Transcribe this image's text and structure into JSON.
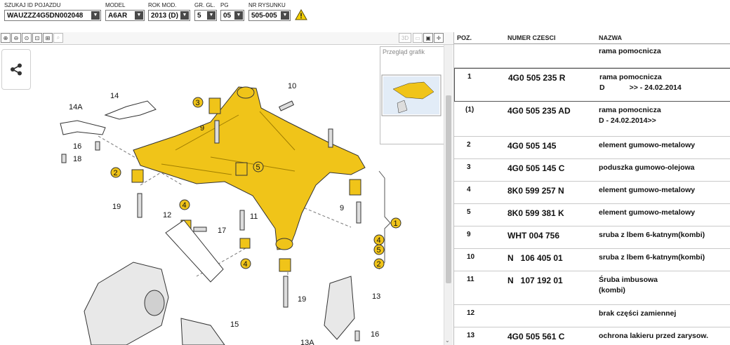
{
  "filters": {
    "vehicle_id": {
      "label": "SZUKAJ ID POJAZDU",
      "value": "WAUZZZ4G5DN002048"
    },
    "model": {
      "label": "MODEL",
      "value": "A6AR"
    },
    "year": {
      "label": "ROK MOD.",
      "value": "2013 (D)"
    },
    "main_group": {
      "label": "GR. GL.",
      "value": "5"
    },
    "sub_group": {
      "label": "PG",
      "value": "05"
    },
    "drawing": {
      "label": "NR RYSUNKU",
      "value": "505-005"
    }
  },
  "toolbar": {
    "btn_3d": "3D"
  },
  "preview": {
    "title": "Przegląd grafik"
  },
  "diagram": {
    "callouts": [
      "14A",
      "14",
      "10",
      "9",
      "16",
      "18",
      "2",
      "5",
      "3",
      "19",
      "12",
      "4",
      "17",
      "11",
      "9",
      "1",
      "4",
      "5",
      "2",
      "4",
      "13",
      "19",
      "15",
      "16",
      "13A"
    ]
  },
  "table": {
    "headers": {
      "pos": "POZ.",
      "number": "NUMER CZESCI",
      "name": "NAZWA"
    },
    "rows": [
      {
        "pos": "",
        "number": "",
        "name": [
          "rama pomocnicza"
        ]
      },
      {
        "pos": "1",
        "number": "4G0 505 235 R",
        "name": [
          "rama pomocnicza",
          "D            >> - 24.02.2014"
        ]
      },
      {
        "pos": "(1)",
        "number": "4G0 505 235 AD",
        "name": [
          "rama pomocnicza",
          "D - 24.02.2014>>"
        ]
      },
      {
        "pos": "2",
        "number": "4G0 505 145",
        "name": [
          "element gumowo-metalowy"
        ]
      },
      {
        "pos": "3",
        "number": "4G0 505 145 C",
        "name": [
          "poduszka gumowo-olejowa"
        ]
      },
      {
        "pos": "4",
        "number": "8K0 599 257 N",
        "name": [
          "element gumowo-metalowy"
        ]
      },
      {
        "pos": "5",
        "number": "8K0 599 381 K",
        "name": [
          "element gumowo-metalowy"
        ]
      },
      {
        "pos": "9",
        "number": "WHT 004 756",
        "name": [
          "sruba z lbem 6-katnym(kombi)"
        ]
      },
      {
        "pos": "10",
        "number": "N   106 405 01",
        "name": [
          "sruba z lbem 6-katnym(kombi)"
        ]
      },
      {
        "pos": "11",
        "number": "N   107 192 01",
        "name": [
          "Śruba imbusowa",
          "(kombi)"
        ]
      },
      {
        "pos": "12",
        "number": "",
        "name": [
          "brak części zamiennej"
        ]
      },
      {
        "pos": "13",
        "number": "4G0 505 561 C",
        "name": [
          "ochrona lakieru przed zarysow."
        ]
      }
    ]
  },
  "colors": {
    "accent": "#f0c419",
    "outline": "#333333",
    "warn": "#f5d000"
  }
}
